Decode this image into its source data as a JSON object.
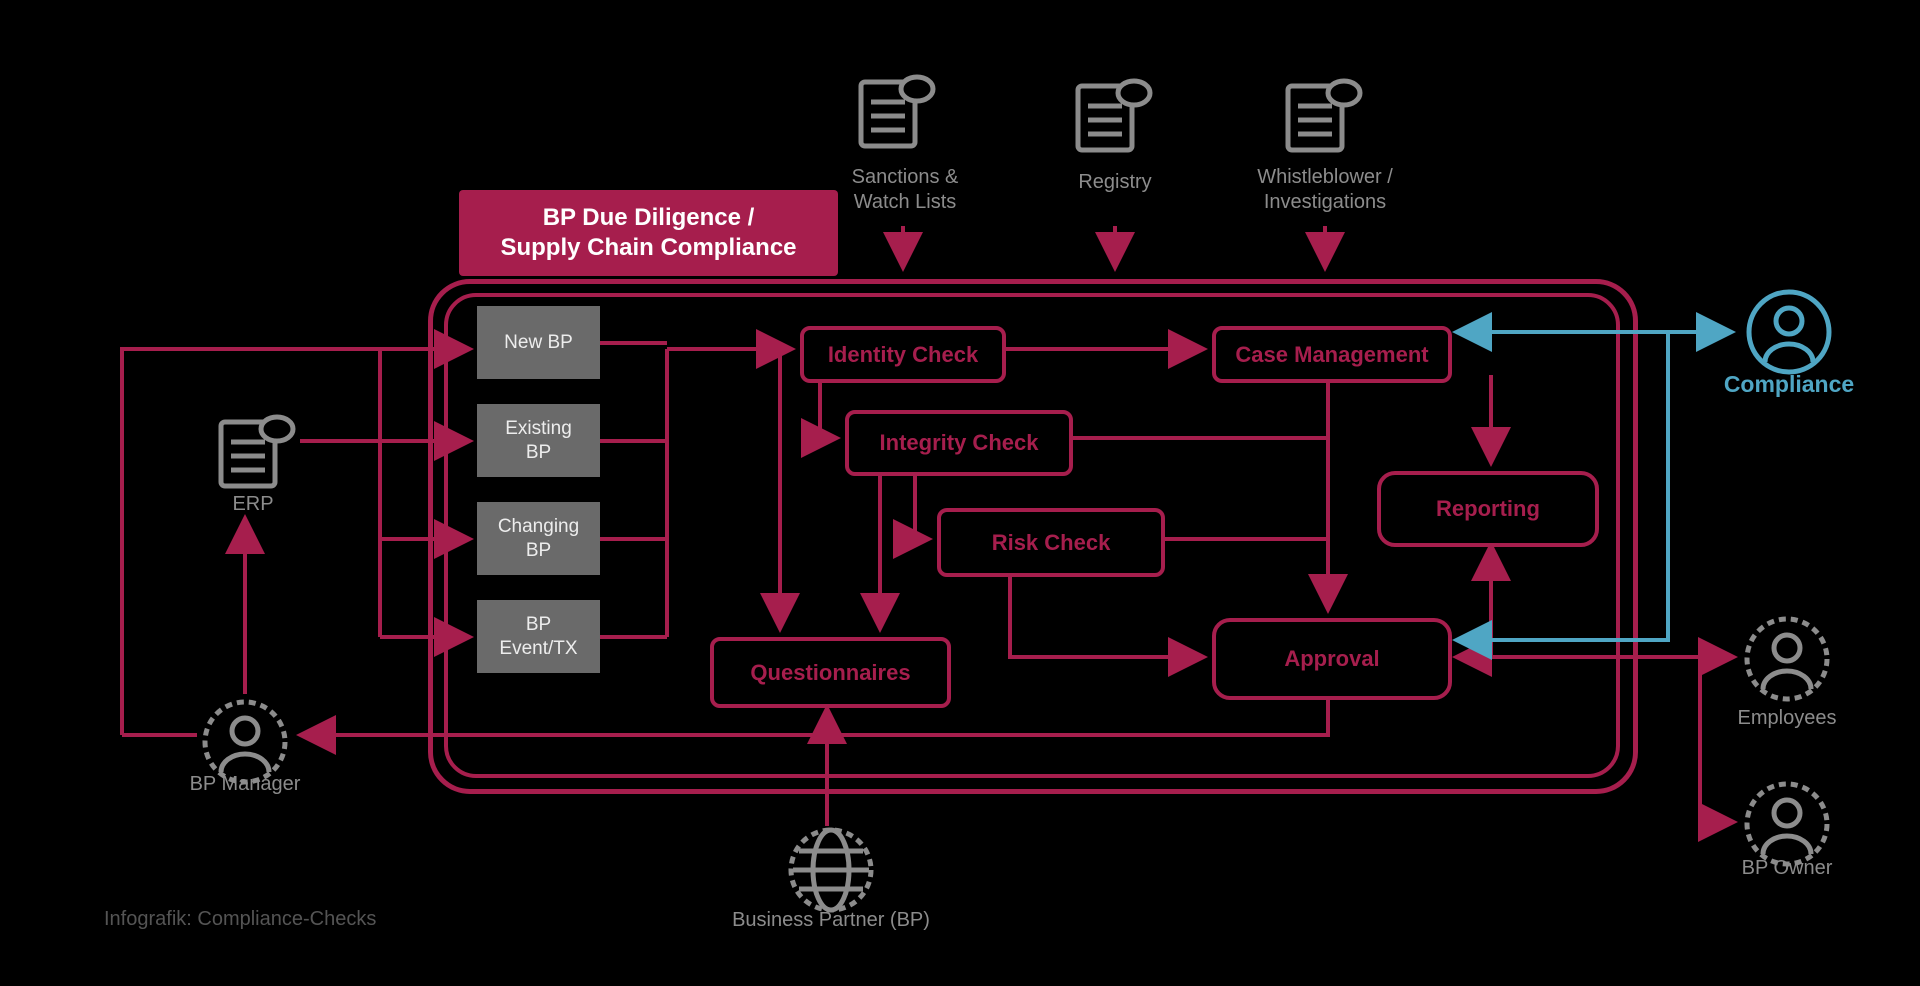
{
  "title": {
    "line1": "BP Due Diligence /",
    "line2": "Supply Chain Compliance"
  },
  "sources": {
    "s1_line1": "Sanctions &",
    "s1_line2": "Watch Lists",
    "s2": "Registry",
    "s3_line1": "Whistleblower /",
    "s3_line2": "Investigations"
  },
  "inputs": {
    "new_bp": "New BP",
    "existing_bp": "Existing BP",
    "changing_bp": "Changing BP",
    "bp_event": "BP Event/TX"
  },
  "process": {
    "identity": "Identity Check",
    "integrity": "Integrity Check",
    "risk": "Risk Check",
    "questionnaires": "Questionnaires",
    "case_mgmt": "Case Management",
    "reporting": "Reporting",
    "approval": "Approval"
  },
  "actors": {
    "erp": "ERP",
    "bp_manager": "BP Manager",
    "business_partner": "Business Partner (BP)",
    "compliance": "Compliance",
    "employees": "Employees",
    "bp_owner": "BP Owner"
  },
  "footnote": "Infografik: Compliance-Checks",
  "colors": {
    "crimson": "#A61E4D",
    "teal": "#4FA6C4",
    "gray_box": "#6A6A6A",
    "gray_icon": "#8C8C8C"
  }
}
